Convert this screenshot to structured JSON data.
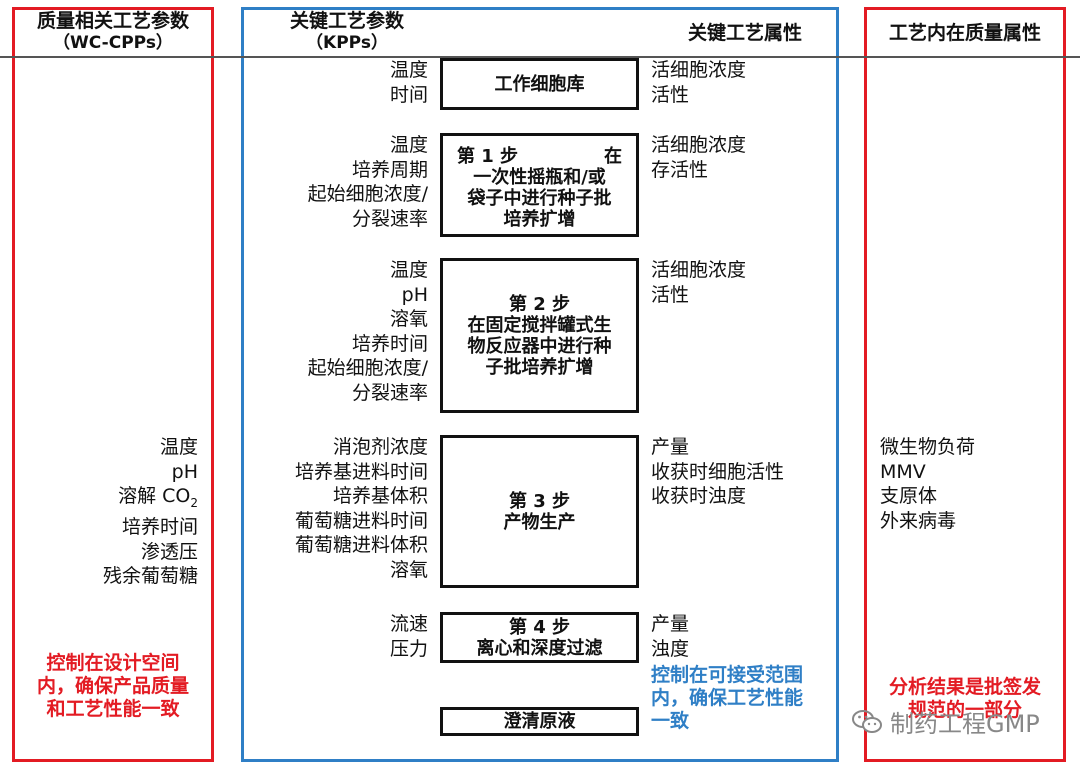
{
  "headers": {
    "wc_cpps_title": "质量相关工艺参数",
    "wc_cpps_sub": "（WC-CPPs）",
    "kpps_title": "关键工艺参数",
    "kpps_sub": "（KPPs）",
    "kpa_title": "关键工艺属性",
    "cqa_title": "工艺内在质量属性"
  },
  "steps": [
    {
      "params": [
        "温度",
        "时间"
      ],
      "box": [
        "工作细胞库"
      ],
      "attrs": [
        "活细胞浓度",
        "活性"
      ]
    },
    {
      "params": [
        "温度",
        "培养周期",
        "起始细胞浓度/",
        "分裂速率"
      ],
      "box_line1_left": "第 1 步",
      "box_line1_right": "在",
      "box": [
        "一次性摇瓶和/或",
        "袋子中进行种子批",
        "培养扩增"
      ],
      "attrs": [
        "活细胞浓度",
        "存活性"
      ]
    },
    {
      "params": [
        "温度",
        "pH",
        "溶氧",
        "培养时间",
        "起始细胞浓度/",
        "分裂速率"
      ],
      "box": [
        "第 2 步",
        "在固定搅拌罐式生",
        "物反应器中进行种",
        "子批培养扩增"
      ],
      "attrs": [
        "活细胞浓度",
        "活性"
      ]
    },
    {
      "params": [
        "消泡剂浓度",
        "培养基进料时间",
        "培养基体积",
        "葡萄糖进料时间",
        "葡萄糖进料体积",
        "溶氧"
      ],
      "box": [
        "第 3 步",
        "产物生产"
      ],
      "attrs": [
        "产量",
        "收获时细胞活性",
        "收获时浊度"
      ]
    },
    {
      "params": [
        "流速",
        "压力"
      ],
      "box": [
        "第 4 步",
        "离心和深度过滤"
      ],
      "attrs": [
        "产量",
        "浊度"
      ]
    },
    {
      "params": [],
      "box": [
        "澄清原液"
      ],
      "attrs": []
    }
  ],
  "wc_cpps_params": [
    "温度",
    "pH",
    "溶解 CO",
    "培养时间",
    "渗透压",
    "残余葡萄糖"
  ],
  "wc_cpps_co2_sub": "2",
  "cqa_items": [
    "微生物负荷",
    "MMV",
    "支原体",
    "外来病毒"
  ],
  "notes": {
    "red_left": [
      "控制在设计空间",
      "内，确保产品质量",
      "和工艺性能一致"
    ],
    "blue": [
      "控制在可接受范围",
      "内，确保工艺性能",
      "一致"
    ],
    "red_right": [
      "分析结果是批签发",
      "规范的一部分"
    ]
  },
  "watermark": "制药工程GMP",
  "colors": {
    "red": "#e31b23",
    "blue": "#2f7fc6"
  }
}
